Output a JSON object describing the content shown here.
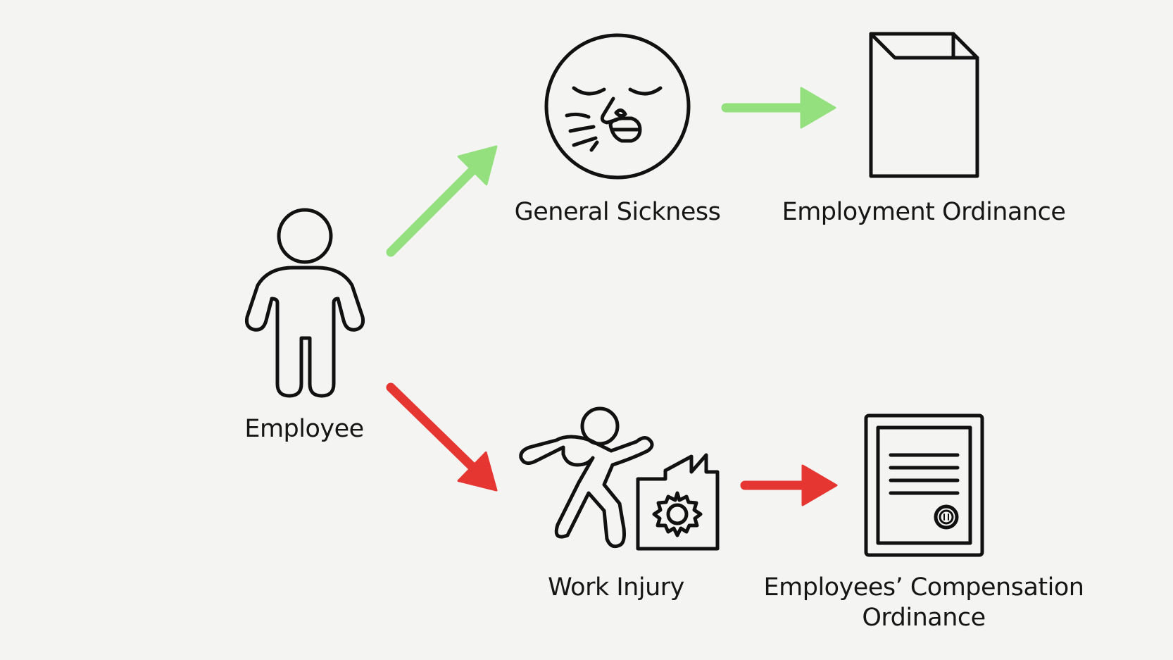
{
  "nodes": {
    "employee": {
      "label": "Employee",
      "icon": "person-icon"
    },
    "general_sickness": {
      "label": "General Sickness",
      "icon": "sneezing-face-icon"
    },
    "employment_ordinance": {
      "label": "Employment Ordinance",
      "icon": "open-box-icon"
    },
    "work_injury": {
      "label": "Work Injury",
      "icon": "falling-worker-factory-icon"
    },
    "employees_compensation_ordinance": {
      "label_line1": "Employees’ Compensation",
      "label_line2": "Ordinance",
      "icon": "certificate-document-icon"
    }
  },
  "edges": [
    {
      "from": "employee",
      "to": "general_sickness",
      "color": "#94e07e"
    },
    {
      "from": "general_sickness",
      "to": "employment_ordinance",
      "color": "#94e07e"
    },
    {
      "from": "employee",
      "to": "work_injury",
      "color": "#e63632"
    },
    {
      "from": "work_injury",
      "to": "employees_compensation_ordinance",
      "color": "#e63632"
    }
  ],
  "colors": {
    "green_arrow": "#94e07e",
    "red_arrow": "#e63632",
    "stroke": "#111111",
    "background": "#f4f4f2"
  }
}
